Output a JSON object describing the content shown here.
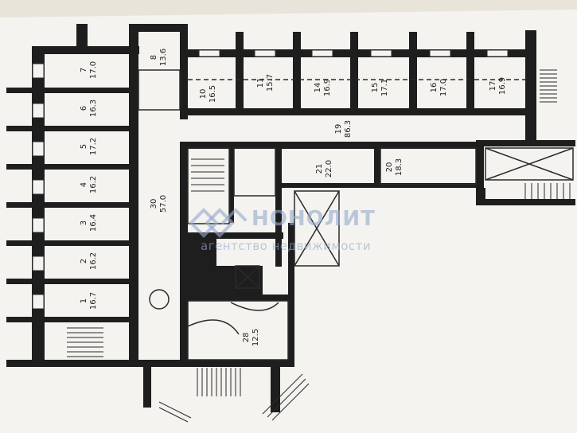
{
  "document": {
    "kind": "floor-plan-scan",
    "paper_color": "#f4f3ef",
    "background_color": "#e9e4da",
    "wall_color": "#1e1e1e"
  },
  "rooms": [
    {
      "id": "7",
      "area": "17.0"
    },
    {
      "id": "6",
      "area": "16.3"
    },
    {
      "id": "5",
      "area": "17.2"
    },
    {
      "id": "4",
      "area": "16.2"
    },
    {
      "id": "3",
      "area": "16.4"
    },
    {
      "id": "2",
      "area": "16.2"
    },
    {
      "id": "1",
      "area": "16.7"
    },
    {
      "id": "8",
      "area": "13.6"
    },
    {
      "id": "10",
      "area": "16.5"
    },
    {
      "id": "11",
      "area": "15.7"
    },
    {
      "id": "14",
      "area": "16.9"
    },
    {
      "id": "15",
      "area": "17.1"
    },
    {
      "id": "16",
      "area": "17.0"
    },
    {
      "id": "17",
      "area": "16.9"
    },
    {
      "id": "19",
      "area": "86.3"
    },
    {
      "id": "20",
      "area": "18.3"
    },
    {
      "id": "21",
      "area": "22.0"
    },
    {
      "id": "28",
      "area": "12.5"
    },
    {
      "id": "30",
      "area": "57.0"
    }
  ],
  "watermark": {
    "title": "НОНОЛИТ",
    "subtitle": "агентство недвижимости",
    "color": "#96aacd"
  }
}
